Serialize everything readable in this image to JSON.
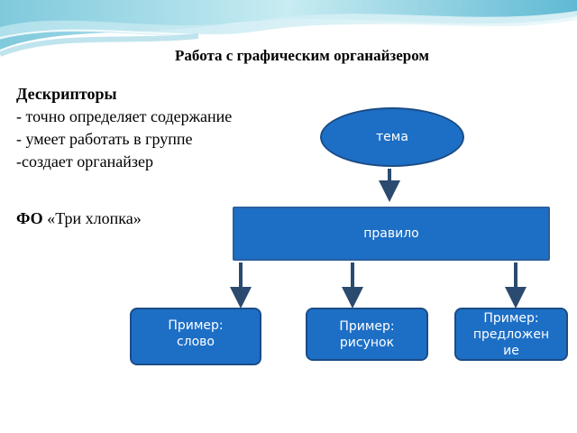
{
  "slide": {
    "title": "Работа с графическим органайзером"
  },
  "descriptors": {
    "heading": "Дескрипторы",
    "items": [
      "- точно определяет содержание",
      "- умеет работать в группе",
      "-создает органайзер"
    ]
  },
  "fo": {
    "label": "ФО",
    "text": "«Три хлопка»"
  },
  "diagram": {
    "theme": "тема",
    "rule": "правило",
    "examples": [
      {
        "line1": "Пример:",
        "line2": "слово"
      },
      {
        "line1": "Пример:",
        "line2": "рисунок"
      },
      {
        "line1": "Пример:",
        "line2": "предложен",
        "line3": "ие"
      }
    ]
  },
  "colors": {
    "node_fill": "#1d6fc6",
    "node_border": "#1b4d86",
    "arrow": "#2b4a6f"
  }
}
